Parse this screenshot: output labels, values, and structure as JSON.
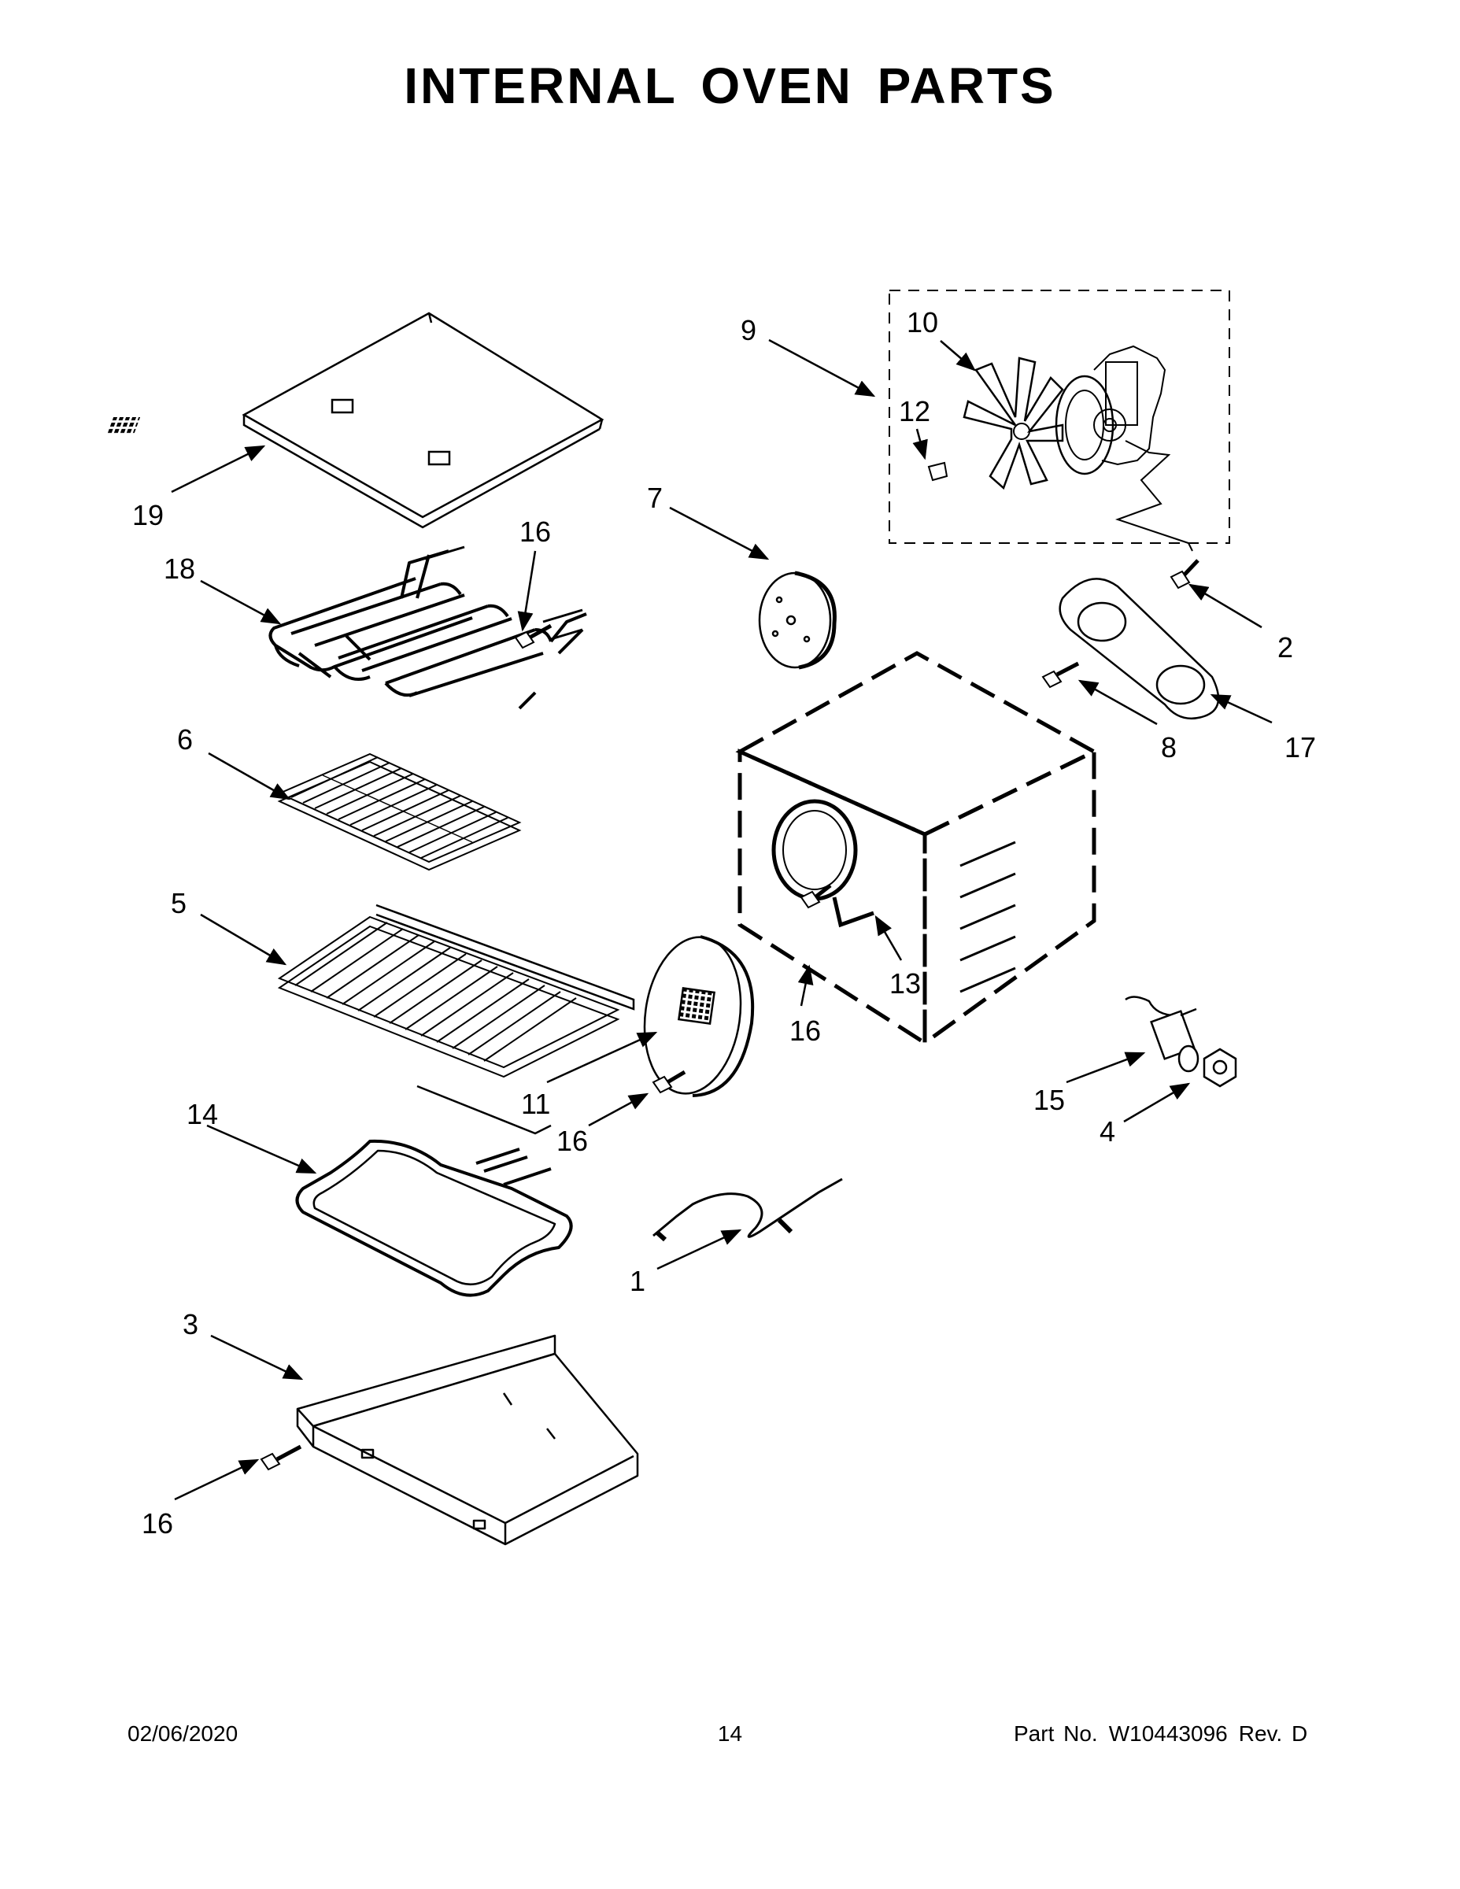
{
  "page": {
    "title": "INTERNAL OVEN PARTS"
  },
  "callouts": [
    {
      "id": "c1",
      "label": "1"
    },
    {
      "id": "c2",
      "label": "2"
    },
    {
      "id": "c3",
      "label": "3"
    },
    {
      "id": "c4",
      "label": "4"
    },
    {
      "id": "c5",
      "label": "5"
    },
    {
      "id": "c6",
      "label": "6"
    },
    {
      "id": "c7",
      "label": "7"
    },
    {
      "id": "c8",
      "label": "8"
    },
    {
      "id": "c9",
      "label": "9"
    },
    {
      "id": "c10",
      "label": "10"
    },
    {
      "id": "c11",
      "label": "11"
    },
    {
      "id": "c12",
      "label": "12"
    },
    {
      "id": "c13",
      "label": "13"
    },
    {
      "id": "c14",
      "label": "14"
    },
    {
      "id": "c15",
      "label": "15"
    },
    {
      "id": "c16a",
      "label": "16"
    },
    {
      "id": "c16b",
      "label": "16"
    },
    {
      "id": "c16c",
      "label": "16"
    },
    {
      "id": "c16d",
      "label": "16"
    },
    {
      "id": "c17",
      "label": "17"
    },
    {
      "id": "c18",
      "label": "18"
    },
    {
      "id": "c19",
      "label": "19"
    }
  ],
  "footer": {
    "date": "02/06/2020",
    "page_number": "14",
    "part_label": "Part No.",
    "part_number": "W10443096",
    "revision": "Rev. D"
  }
}
